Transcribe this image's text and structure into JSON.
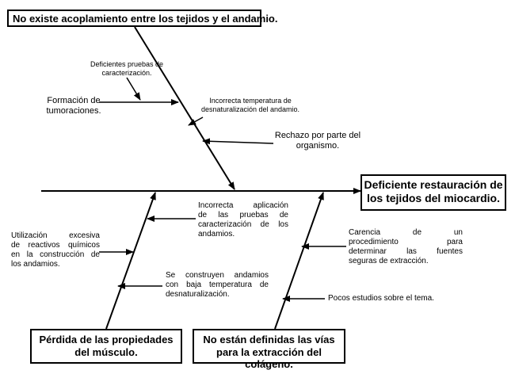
{
  "problem": {
    "line1": "Deficiente restauración de",
    "line2": "los tejidos del miocardio."
  },
  "categories": {
    "top": "No existe acoplamiento entre los tejidos y el andamio.",
    "bottom_left": {
      "line1": "Pérdida de las propiedades",
      "line2": "del músculo."
    },
    "bottom_right": {
      "line1": "No están definidas las vías",
      "line2": "para la extracción del colágeno."
    }
  },
  "causes": {
    "top": {
      "c1": {
        "line1": "Deficientes pruebas de",
        "line2": "caracterización."
      },
      "c2": {
        "line1": "Formación de",
        "line2": "tumoraciones."
      },
      "c3": {
        "line1": "Incorrecta temperatura de",
        "line2": "desnaturalización del andamio."
      },
      "c4": {
        "line1": "Rechazo por parte del",
        "line2": "organismo."
      }
    },
    "bottom_left": {
      "c1": {
        "line1": "Incorrecta aplicación",
        "line2": "de las pruebas de",
        "line3": "caracterización de los",
        "line4": "andamios."
      },
      "c2": {
        "line1": "Utilización excesiva",
        "line2": "de reactivos químicos",
        "line3": "en la construcción de",
        "line4": "los andamios."
      },
      "c3": {
        "line1": "Se construyen andamios",
        "line2": "con baja temperatura de",
        "line3": "desnaturalización."
      }
    },
    "bottom_right": {
      "c1": {
        "line1": "Carencia de un",
        "line2": "procedimiento para",
        "line3": "determinar las fuentes",
        "line4": "seguras de extracción."
      },
      "c2": {
        "line1": "Pocos estudios sobre el tema."
      }
    }
  }
}
